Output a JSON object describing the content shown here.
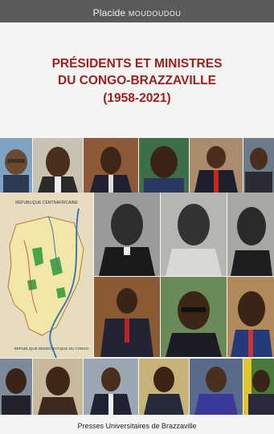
{
  "cover": {
    "author_first": "Placide",
    "author_last": "Moudoudou",
    "title_line1": "PRÉSIDENTS ET MINISTRES",
    "title_line2": "DU CONGO-BRAZZAVILLE",
    "title_line3": "(1958-2021)",
    "publisher": "Presses Universitaires de Brazzaville",
    "map_label_top": "REPUBLIQUE CENTRAFRICAINE",
    "map_label_bottom": "REPUBLIQUE DEMOCRATIQUE DU CONGO"
  },
  "colors": {
    "title": "#9a1f1f",
    "topbar": "#5a5a5a",
    "background": "#f4f4f2"
  }
}
